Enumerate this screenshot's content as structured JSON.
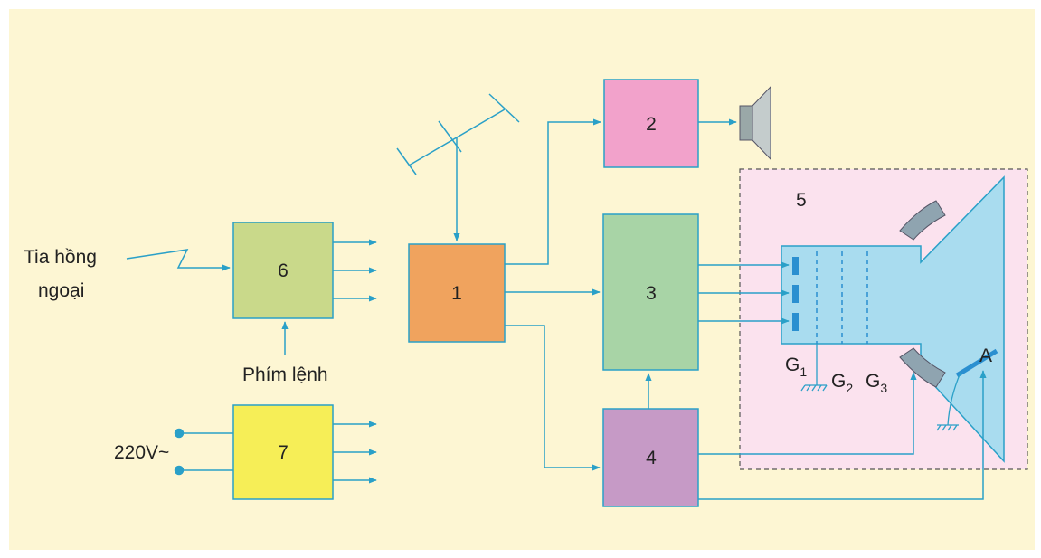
{
  "blocks": {
    "b1": "1",
    "b2": "2",
    "b3": "3",
    "b4": "4",
    "b5": "5",
    "b6": "6",
    "b7": "7"
  },
  "labels": {
    "ir_line1": "Tia hồng",
    "ir_line2": "ngoại",
    "keys": "Phím lệnh",
    "mains": "220V~",
    "g1": "G",
    "g1_sub": "1",
    "g2": "G",
    "g2_sub": "2",
    "g3": "G",
    "g3_sub": "3",
    "anode": "A"
  },
  "colors": {
    "background": "#fdf6d3",
    "line": "#2aa0c8",
    "block1": "#f0a35e",
    "block2": "#f2a2cb",
    "block3": "#a8d4a6",
    "block4": "#c69ac6",
    "block5_bg": "#fbe2ee",
    "block6": "#c9d98a",
    "block7": "#f6ee57",
    "tube": "#a9dcef"
  }
}
